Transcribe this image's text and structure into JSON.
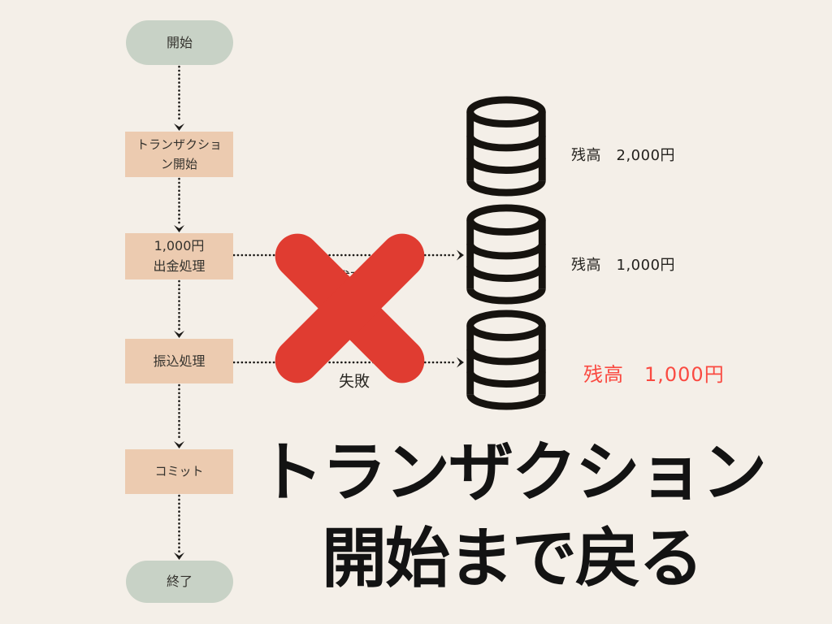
{
  "canvas": {
    "background": "#f4efe8"
  },
  "flowchart": {
    "nodes": [
      {
        "id": "start",
        "type": "terminal",
        "label": "開始"
      },
      {
        "id": "transaction-begin",
        "type": "process",
        "label": "トランザクショ\nン開始"
      },
      {
        "id": "withdraw",
        "type": "process",
        "label": "1,000円\n出金処理"
      },
      {
        "id": "transfer",
        "type": "process",
        "label": "振込処理"
      },
      {
        "id": "commit",
        "type": "process",
        "label": "コミット"
      },
      {
        "id": "end",
        "type": "terminal",
        "label": "終了"
      }
    ]
  },
  "edge_labels": {
    "success": "成功",
    "failure": "失敗"
  },
  "databases": [
    {
      "name": "db-state-initial",
      "balance": "残高　2,000円",
      "highlighted": false
    },
    {
      "name": "db-state-after-withdraw",
      "balance": "残高　1,000円",
      "highlighted": false
    },
    {
      "name": "db-state-after-failure",
      "balance": "残高　1,000円",
      "highlighted": true
    }
  ],
  "annotation": {
    "line1": "トランザクション",
    "line2": "開始まで戻る"
  },
  "colors": {
    "background": "#f4efe8",
    "terminal_fill": "#c8d2c6",
    "process_fill": "#eccbb0",
    "x_mark_red": "#e03c31",
    "highlight_red": "#fa4a41",
    "ink": "#1d1b18"
  }
}
